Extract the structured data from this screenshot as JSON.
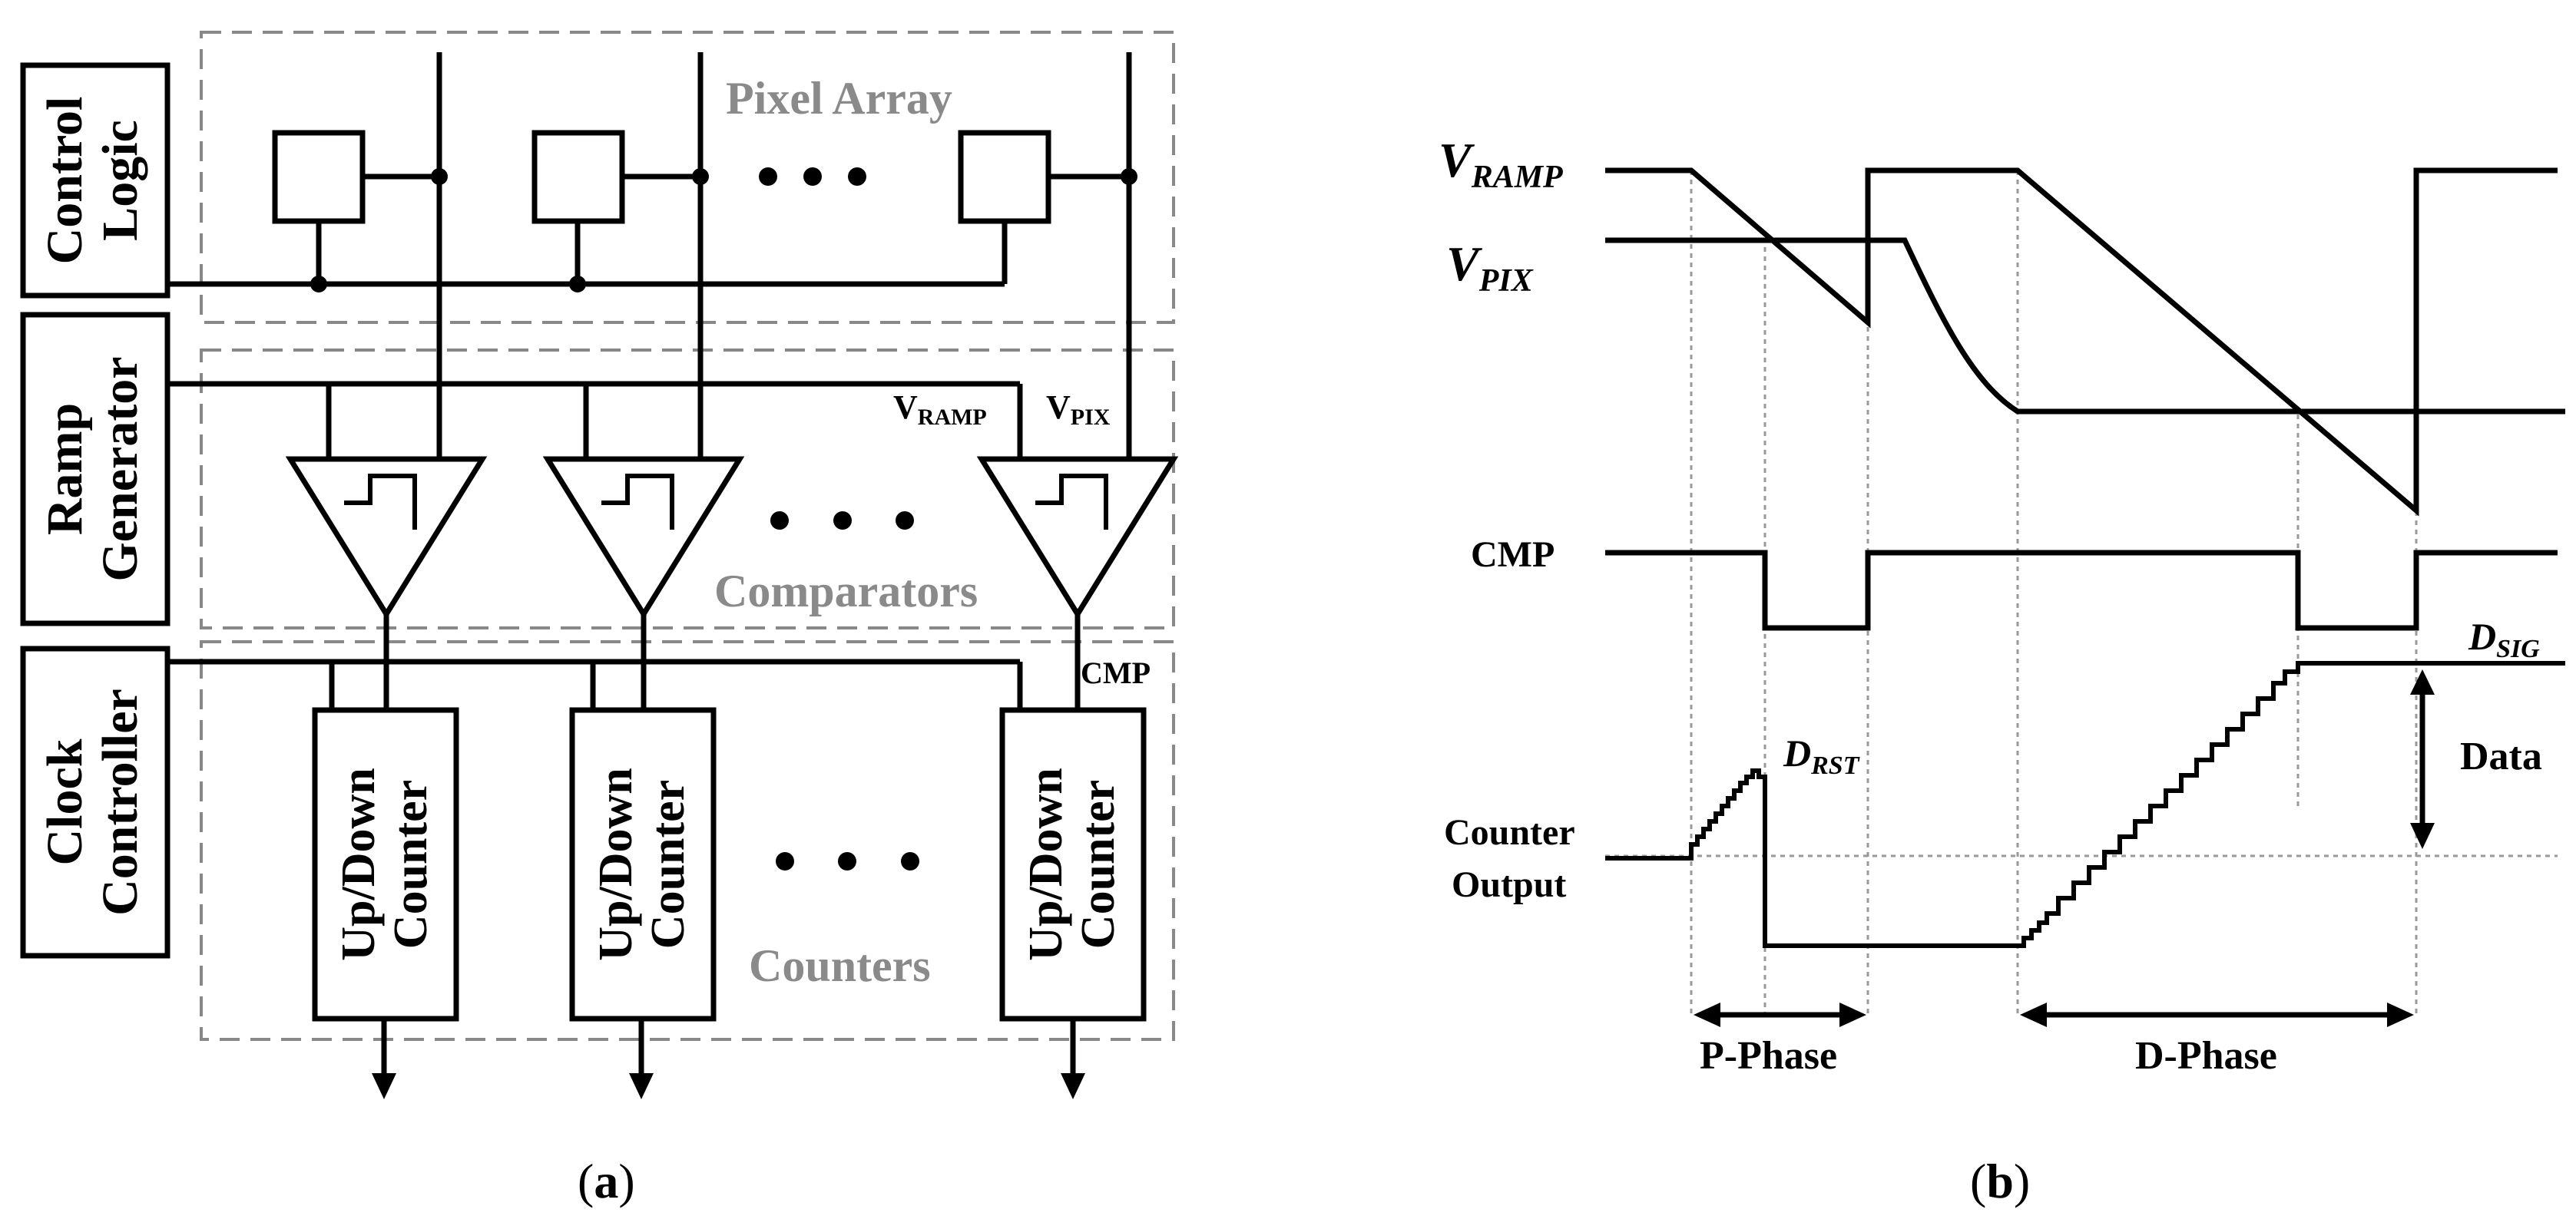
{
  "panel_a": {
    "control_logic": [
      "Control",
      "Logic"
    ],
    "ramp_generator": [
      "Ramp",
      "Generator"
    ],
    "clock_controller": [
      "Clock",
      "Controller"
    ],
    "pixel_array_label": "Pixel Array",
    "comparators_label": "Comparators",
    "counters_label": "Counters",
    "v_ramp": {
      "main": "V",
      "sub": "RAMP"
    },
    "v_pix": {
      "main": "V",
      "sub": "PIX"
    },
    "cmp_label": "CMP",
    "counter_text": [
      "Up/Down",
      "Counter"
    ],
    "ellipsis": "• • •"
  },
  "panel_b": {
    "v_ramp": {
      "main": "V",
      "sub": "RAMP"
    },
    "v_pix": {
      "main": "V",
      "sub": "PIX"
    },
    "cmp": "CMP",
    "d_sig": {
      "main": "D",
      "sub": "SIG"
    },
    "d_rst": {
      "main": "D",
      "sub": "RST"
    },
    "data": "Data",
    "counter_output": [
      "Counter",
      "Output"
    ],
    "p_phase": "P-Phase",
    "d_phase": "D-Phase"
  },
  "captions": {
    "a": "(a)",
    "b": "(b)"
  }
}
